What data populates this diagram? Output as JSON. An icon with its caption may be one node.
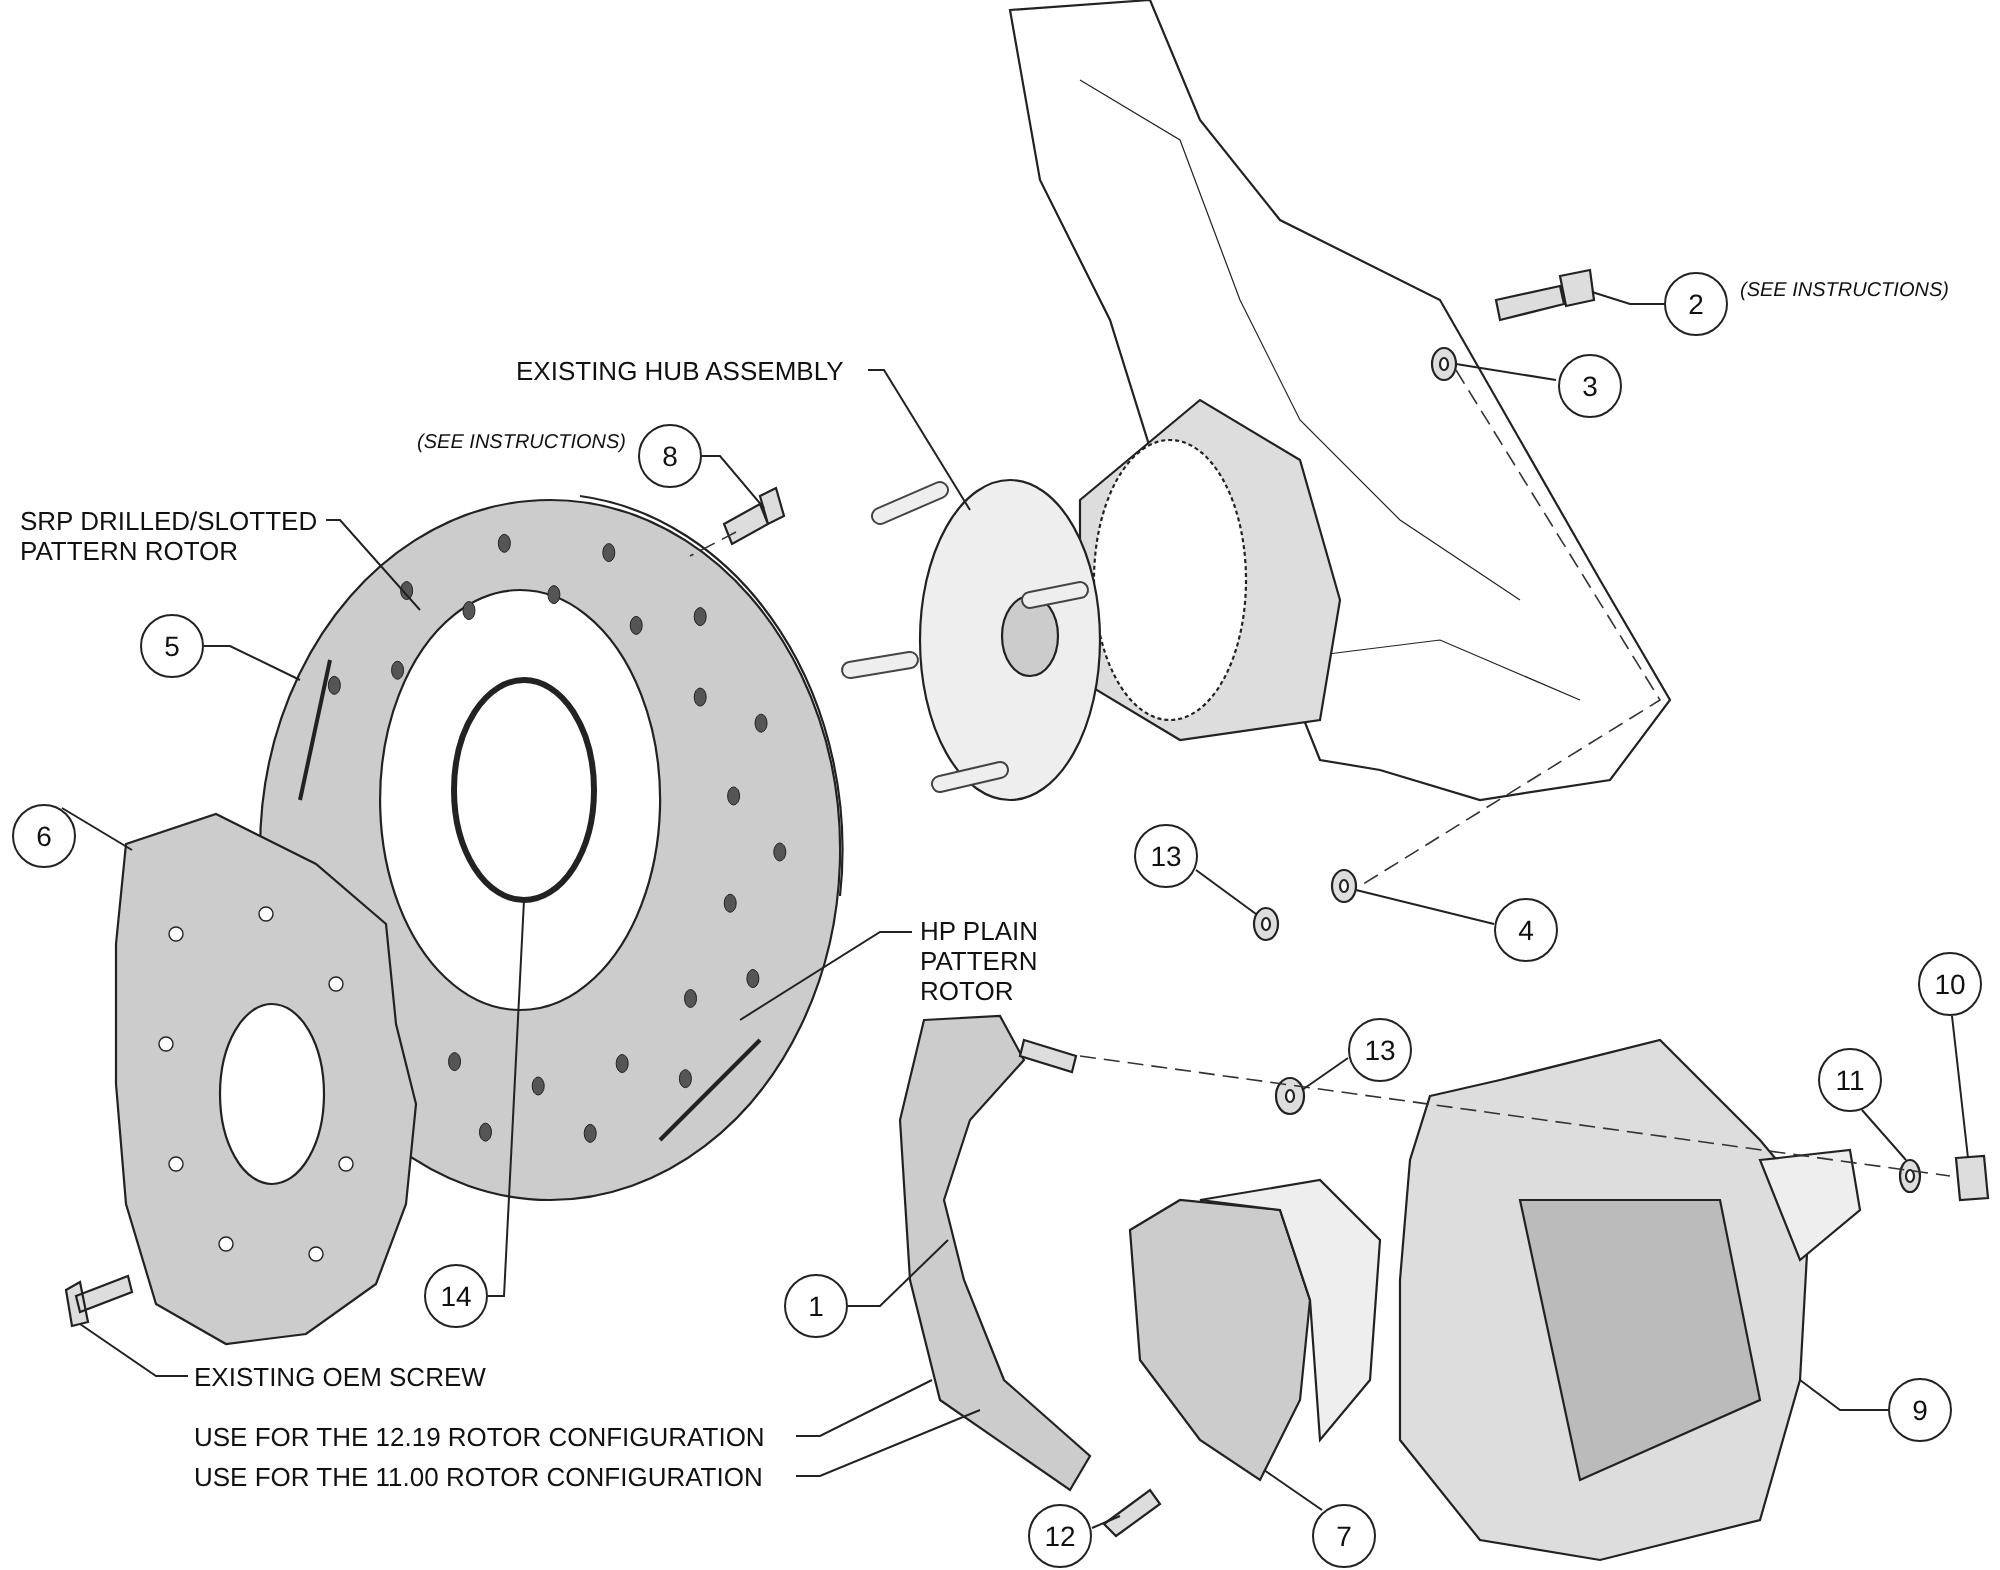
{
  "diagram": {
    "nodes": [
      {
        "text": [
          "2"
        ],
        "beside": [
          "(SEE INSTRUCTIONS)"
        ]
      },
      {
        "text": [
          "EXISTING HUB ASSEMBLY"
        ]
      },
      {
        "text": [
          "3"
        ]
      },
      {
        "text": [
          "8"
        ],
        "beside": [
          "(SEE INSTRUCTIONS)"
        ]
      },
      {
        "text": [
          "SRP DRILLED/SLOTTED PATTERN ROTOR"
        ]
      },
      {
        "text": [
          "5"
        ]
      },
      {
        "text": [
          "6"
        ]
      },
      {
        "text": [
          "13"
        ]
      },
      {
        "text": [
          "4"
        ]
      },
      {
        "text": [
          "HP PLAIN PATTERN ROTOR"
        ]
      },
      {
        "text": [
          "10"
        ]
      },
      {
        "text": [
          "13"
        ]
      },
      {
        "text": [
          "11"
        ]
      },
      {
        "text": [
          "14"
        ]
      },
      {
        "text": [
          "1"
        ]
      },
      {
        "text": [
          "EXISTING OEM SCREW"
        ]
      },
      {
        "text": [
          "9"
        ]
      },
      {
        "text": [
          "USE FOR THE 12.19 ROTOR CONFIGURATION"
        ]
      },
      {
        "text": [
          "USE FOR THE 11.00 ROTOR CONFIGURATION"
        ]
      },
      {
        "text": [
          "12"
        ]
      },
      {
        "text": [
          "7"
        ]
      },
      {
        "text": [],
        "shape": "picture"
      },
      {
        "text": [],
        "shape": "circle"
      },
      {
        "text": [],
        "shape": "picture"
      },
      {
        "text": [],
        "shape": "picture"
      },
      {
        "text": [],
        "shape": "picture"
      },
      {
        "text": [],
        "shape": "picture"
      },
      {
        "text": [],
        "shape": "circle"
      },
      {
        "text": [],
        "shape": "circle"
      },
      {
        "text": [],
        "shape": "box"
      },
      {
        "text": [],
        "shape": "circle"
      },
      {
        "text": [],
        "shape": "circle"
      },
      {
        "text": [],
        "shape": "circle",
        "in": 25
      },
      {
        "text": [],
        "shape": "picture"
      },
      {
        "text": [],
        "shape": "picture"
      },
      {
        "text": [],
        "shape": "picture"
      },
      {
        "text": [],
        "shape": "picture"
      },
      {
        "text": [],
        "shape": "picture"
      }
    ],
    "edges": [
      {
        "from": 0,
        "to": 21,
        "arrow": "none"
      },
      {
        "from": 1,
        "to": 24,
        "arrow": "none"
      },
      {
        "from": 2,
        "to": 22,
        "arrow": "none"
      },
      {
        "from": 3,
        "to": 23,
        "arrow": "none"
      },
      {
        "from": 4,
        "to": 25,
        "arrow": "none"
      },
      {
        "from": 5,
        "to": 25,
        "arrow": "none"
      },
      {
        "from": 6,
        "to": 26,
        "arrow": "none"
      },
      {
        "from": 7,
        "to": 27,
        "arrow": "none"
      },
      {
        "from": 8,
        "to": 28,
        "arrow": "none"
      },
      {
        "from": 9,
        "to": 25,
        "arrow": "none"
      },
      {
        "from": 10,
        "to": 29,
        "arrow": "none"
      },
      {
        "from": 11,
        "to": 30,
        "arrow": "none"
      },
      {
        "from": 12,
        "to": 31,
        "arrow": "none"
      },
      {
        "from": 13,
        "to": 32,
        "arrow": "none"
      },
      {
        "from": 14,
        "to": 33,
        "arrow": "none"
      },
      {
        "from": 15,
        "to": 34,
        "arrow": "none"
      },
      {
        "from": 16,
        "to": 35,
        "arrow": "none"
      },
      {
        "from": 17,
        "to": 33,
        "arrow": "none"
      },
      {
        "from": 18,
        "to": 33,
        "arrow": "none"
      },
      {
        "from": 19,
        "to": 36,
        "arrow": "none"
      },
      {
        "from": 20,
        "to": 37,
        "arrow": "none"
      }
    ]
  }
}
